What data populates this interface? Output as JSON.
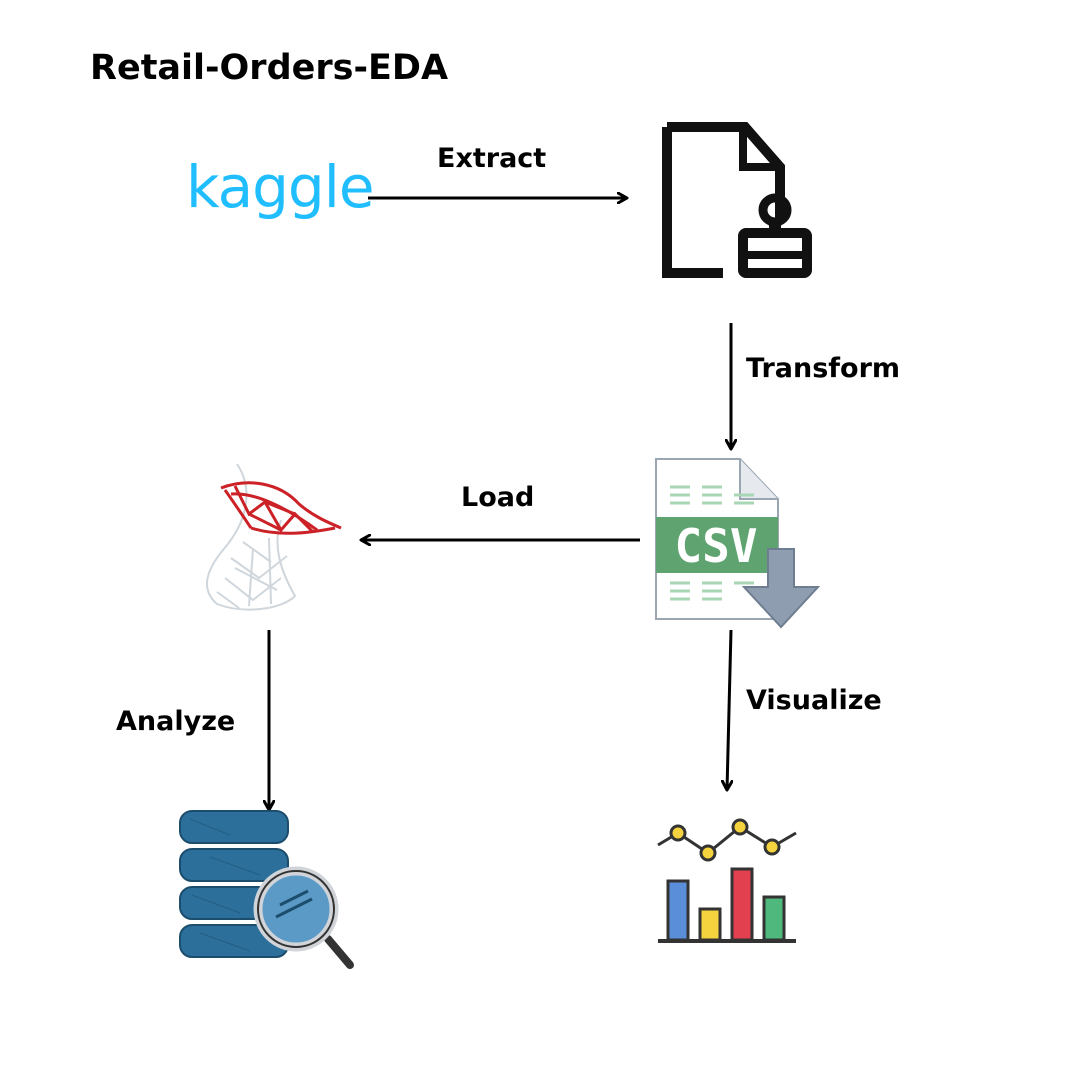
{
  "title": "Retail-Orders-EDA",
  "nodes": {
    "source": {
      "logo_text": "kaggle",
      "icon": "kaggle-logo",
      "color": "#20beff"
    },
    "raw_file": {
      "icon": "file-stamp-icon"
    },
    "csv_file": {
      "icon": "csv-file-download-icon",
      "badge_text": "CSV",
      "color": "#5fa470"
    },
    "database": {
      "icon": "sql-server-icon",
      "color": "#cc2127"
    },
    "analysis": {
      "icon": "database-search-icon",
      "color": "#2b6f9a"
    },
    "visualization": {
      "icon": "bar-line-chart-icon"
    }
  },
  "edges": [
    {
      "label": "Extract",
      "from": "source",
      "to": "raw_file"
    },
    {
      "label": "Transform",
      "from": "raw_file",
      "to": "csv_file"
    },
    {
      "label": "Load",
      "from": "csv_file",
      "to": "database"
    },
    {
      "label": "Analyze",
      "from": "database",
      "to": "analysis"
    },
    {
      "label": "Visualize",
      "from": "csv_file",
      "to": "visualization"
    }
  ]
}
